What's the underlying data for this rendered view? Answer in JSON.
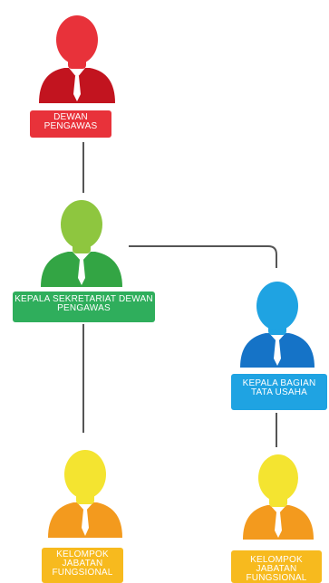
{
  "org_chart": {
    "nodes": [
      {
        "id": "dewan-pengawas",
        "label": "DEWAN PENGAWAS",
        "color": "#e8323a"
      },
      {
        "id": "kepala-sekretariat",
        "label": "KEPALA SEKRETARIAT DEWAN PENGAWAS",
        "color": "#2fae5c"
      },
      {
        "id": "kepala-bagian-tata-usaha",
        "label": "KEPALA BAGIAN TATA USAHA",
        "color": "#1fa3e2"
      },
      {
        "id": "kelompok-jabatan-fungsional-1",
        "label": "KELOMPOK JABATAN FUNGSIONAL",
        "color": "#f7ba1e"
      },
      {
        "id": "kelompok-jabatan-fungsional-2",
        "label": "KELOMPOK JABATAN FUNGSIONAL",
        "color": "#f7ba1e"
      }
    ],
    "edges": [
      {
        "from": "dewan-pengawas",
        "to": "kepala-sekretariat"
      },
      {
        "from": "kepala-sekretariat",
        "to": "kepala-bagian-tata-usaha"
      },
      {
        "from": "kepala-sekretariat",
        "to": "kelompok-jabatan-fungsional-1"
      },
      {
        "from": "kepala-bagian-tata-usaha",
        "to": "kelompok-jabatan-fungsional-2"
      }
    ]
  }
}
